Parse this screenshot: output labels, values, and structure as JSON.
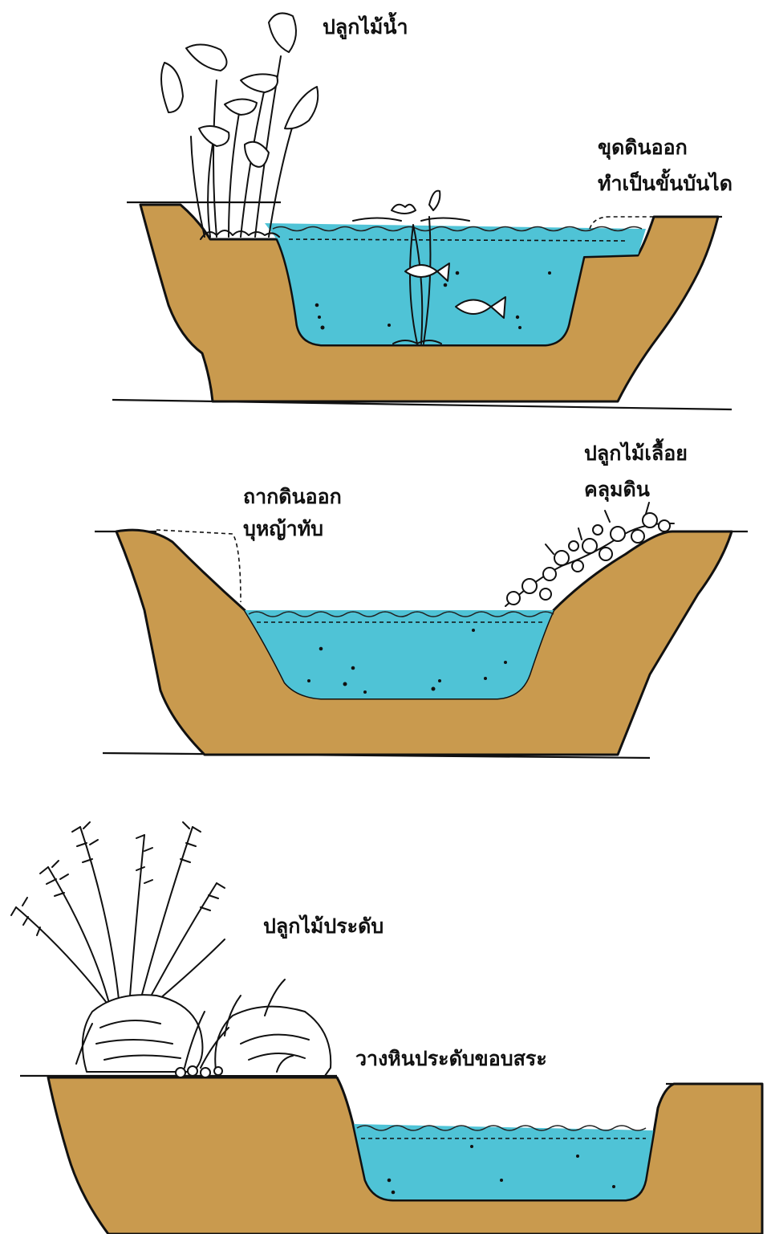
{
  "diagram": {
    "panel_1": {
      "label_plant": "ปลูกไม้น้ำ",
      "label_steps_line1": "ขุดดินออก",
      "label_steps_line2": "ทำเป็นขั้นบันได"
    },
    "panel_2": {
      "label_remove_line1": "ถากดินออก",
      "label_remove_line2": "บุหญ้าทับ",
      "label_creeper_line1": "ปลูกไม้เลื้อย",
      "label_creeper_line2": "คลุมดิน"
    },
    "panel_3": {
      "label_ornamental": "ปลูกไม้ประดับ",
      "label_stones": "วางหินประดับขอบสระ"
    }
  },
  "colors": {
    "earth": "#c99a4e",
    "water": "#4fc3d6",
    "ink": "#111111"
  }
}
